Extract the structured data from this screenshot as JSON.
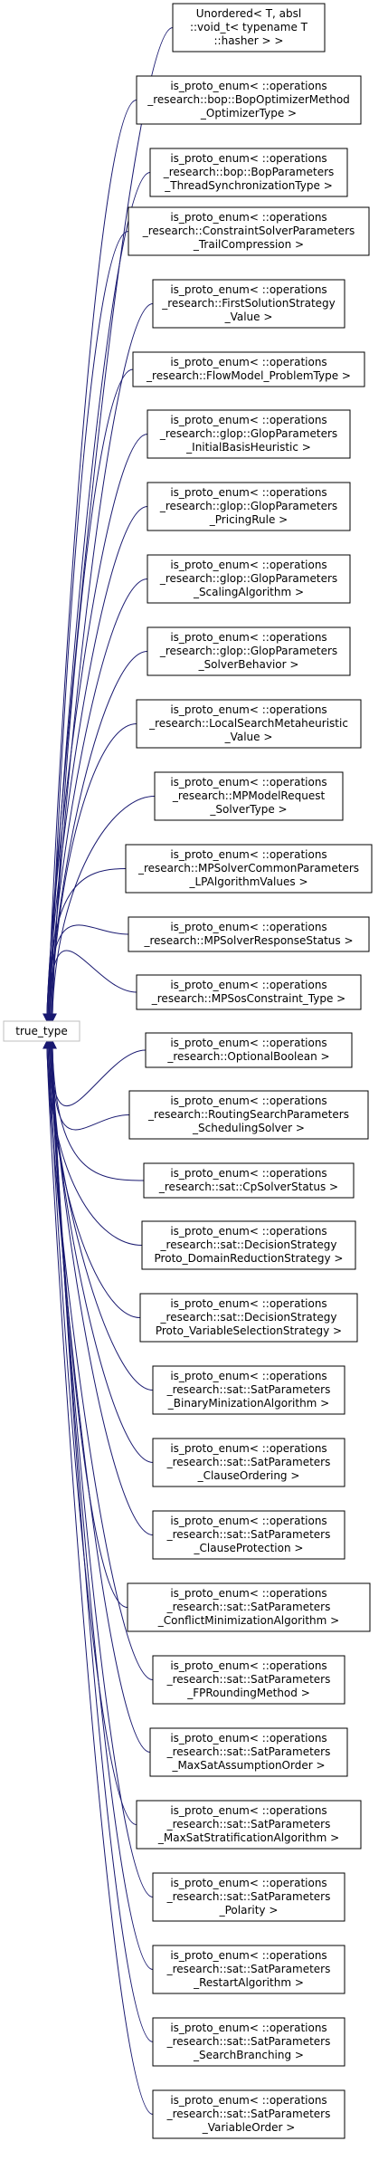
{
  "diagram": {
    "type": "inheritance-graph",
    "root": {
      "label": "true_type"
    },
    "colors": {
      "edge": "#191970",
      "node_border": "#000000",
      "root_border": "#bfbfbf",
      "background": "#ffffff"
    },
    "nodes": [
      {
        "lines": [
          "Unordered< T, absl",
          "::void_t< typename T",
          "::hasher > >"
        ]
      },
      {
        "lines": [
          "is_proto_enum< ::operations",
          "_research::bop::BopOptimizerMethod",
          "_OptimizerType >"
        ]
      },
      {
        "lines": [
          "is_proto_enum< ::operations",
          "_research::bop::BopParameters",
          "_ThreadSynchronizationType >"
        ]
      },
      {
        "lines": [
          "is_proto_enum< ::operations",
          "_research::ConstraintSolverParameters",
          "_TrailCompression >"
        ]
      },
      {
        "lines": [
          "is_proto_enum< ::operations",
          "_research::FirstSolutionStrategy",
          "_Value >"
        ]
      },
      {
        "lines": [
          "is_proto_enum< ::operations",
          "_research::FlowModel_ProblemType >"
        ]
      },
      {
        "lines": [
          "is_proto_enum< ::operations",
          "_research::glop::GlopParameters",
          "_InitialBasisHeuristic >"
        ]
      },
      {
        "lines": [
          "is_proto_enum< ::operations",
          "_research::glop::GlopParameters",
          "_PricingRule >"
        ]
      },
      {
        "lines": [
          "is_proto_enum< ::operations",
          "_research::glop::GlopParameters",
          "_ScalingAlgorithm >"
        ]
      },
      {
        "lines": [
          "is_proto_enum< ::operations",
          "_research::glop::GlopParameters",
          "_SolverBehavior >"
        ]
      },
      {
        "lines": [
          "is_proto_enum< ::operations",
          "_research::LocalSearchMetaheuristic",
          "_Value >"
        ]
      },
      {
        "lines": [
          "is_proto_enum< ::operations",
          "_research::MPModelRequest",
          "_SolverType >"
        ]
      },
      {
        "lines": [
          "is_proto_enum< ::operations",
          "_research::MPSolverCommonParameters",
          "_LPAlgorithmValues >"
        ]
      },
      {
        "lines": [
          "is_proto_enum< ::operations",
          "_research::MPSolverResponseStatus >"
        ]
      },
      {
        "lines": [
          "is_proto_enum< ::operations",
          "_research::MPSosConstraint_Type >"
        ]
      },
      {
        "lines": [
          "is_proto_enum< ::operations",
          "_research::OptionalBoolean >"
        ]
      },
      {
        "lines": [
          "is_proto_enum< ::operations",
          "_research::RoutingSearchParameters",
          "_SchedulingSolver >"
        ]
      },
      {
        "lines": [
          "is_proto_enum< ::operations",
          "_research::sat::CpSolverStatus >"
        ]
      },
      {
        "lines": [
          "is_proto_enum< ::operations",
          "_research::sat::DecisionStrategy",
          "Proto_DomainReductionStrategy >"
        ]
      },
      {
        "lines": [
          "is_proto_enum< ::operations",
          "_research::sat::DecisionStrategy",
          "Proto_VariableSelectionStrategy >"
        ]
      },
      {
        "lines": [
          "is_proto_enum< ::operations",
          "_research::sat::SatParameters",
          "_BinaryMinizationAlgorithm >"
        ]
      },
      {
        "lines": [
          "is_proto_enum< ::operations",
          "_research::sat::SatParameters",
          "_ClauseOrdering >"
        ]
      },
      {
        "lines": [
          "is_proto_enum< ::operations",
          "_research::sat::SatParameters",
          "_ClauseProtection >"
        ]
      },
      {
        "lines": [
          "is_proto_enum< ::operations",
          "_research::sat::SatParameters",
          "_ConflictMinimizationAlgorithm >"
        ]
      },
      {
        "lines": [
          "is_proto_enum< ::operations",
          "_research::sat::SatParameters",
          "_FPRoundingMethod >"
        ]
      },
      {
        "lines": [
          "is_proto_enum< ::operations",
          "_research::sat::SatParameters",
          "_MaxSatAssumptionOrder >"
        ]
      },
      {
        "lines": [
          "is_proto_enum< ::operations",
          "_research::sat::SatParameters",
          "_MaxSatStratificationAlgorithm >"
        ]
      },
      {
        "lines": [
          "is_proto_enum< ::operations",
          "_research::sat::SatParameters",
          "_Polarity >"
        ]
      },
      {
        "lines": [
          "is_proto_enum< ::operations",
          "_research::sat::SatParameters",
          "_RestartAlgorithm >"
        ]
      },
      {
        "lines": [
          "is_proto_enum< ::operations",
          "_research::sat::SatParameters",
          "_SearchBranching >"
        ]
      },
      {
        "lines": [
          "is_proto_enum< ::operations",
          "_research::sat::SatParameters",
          "_VariableOrder >"
        ]
      }
    ]
  }
}
